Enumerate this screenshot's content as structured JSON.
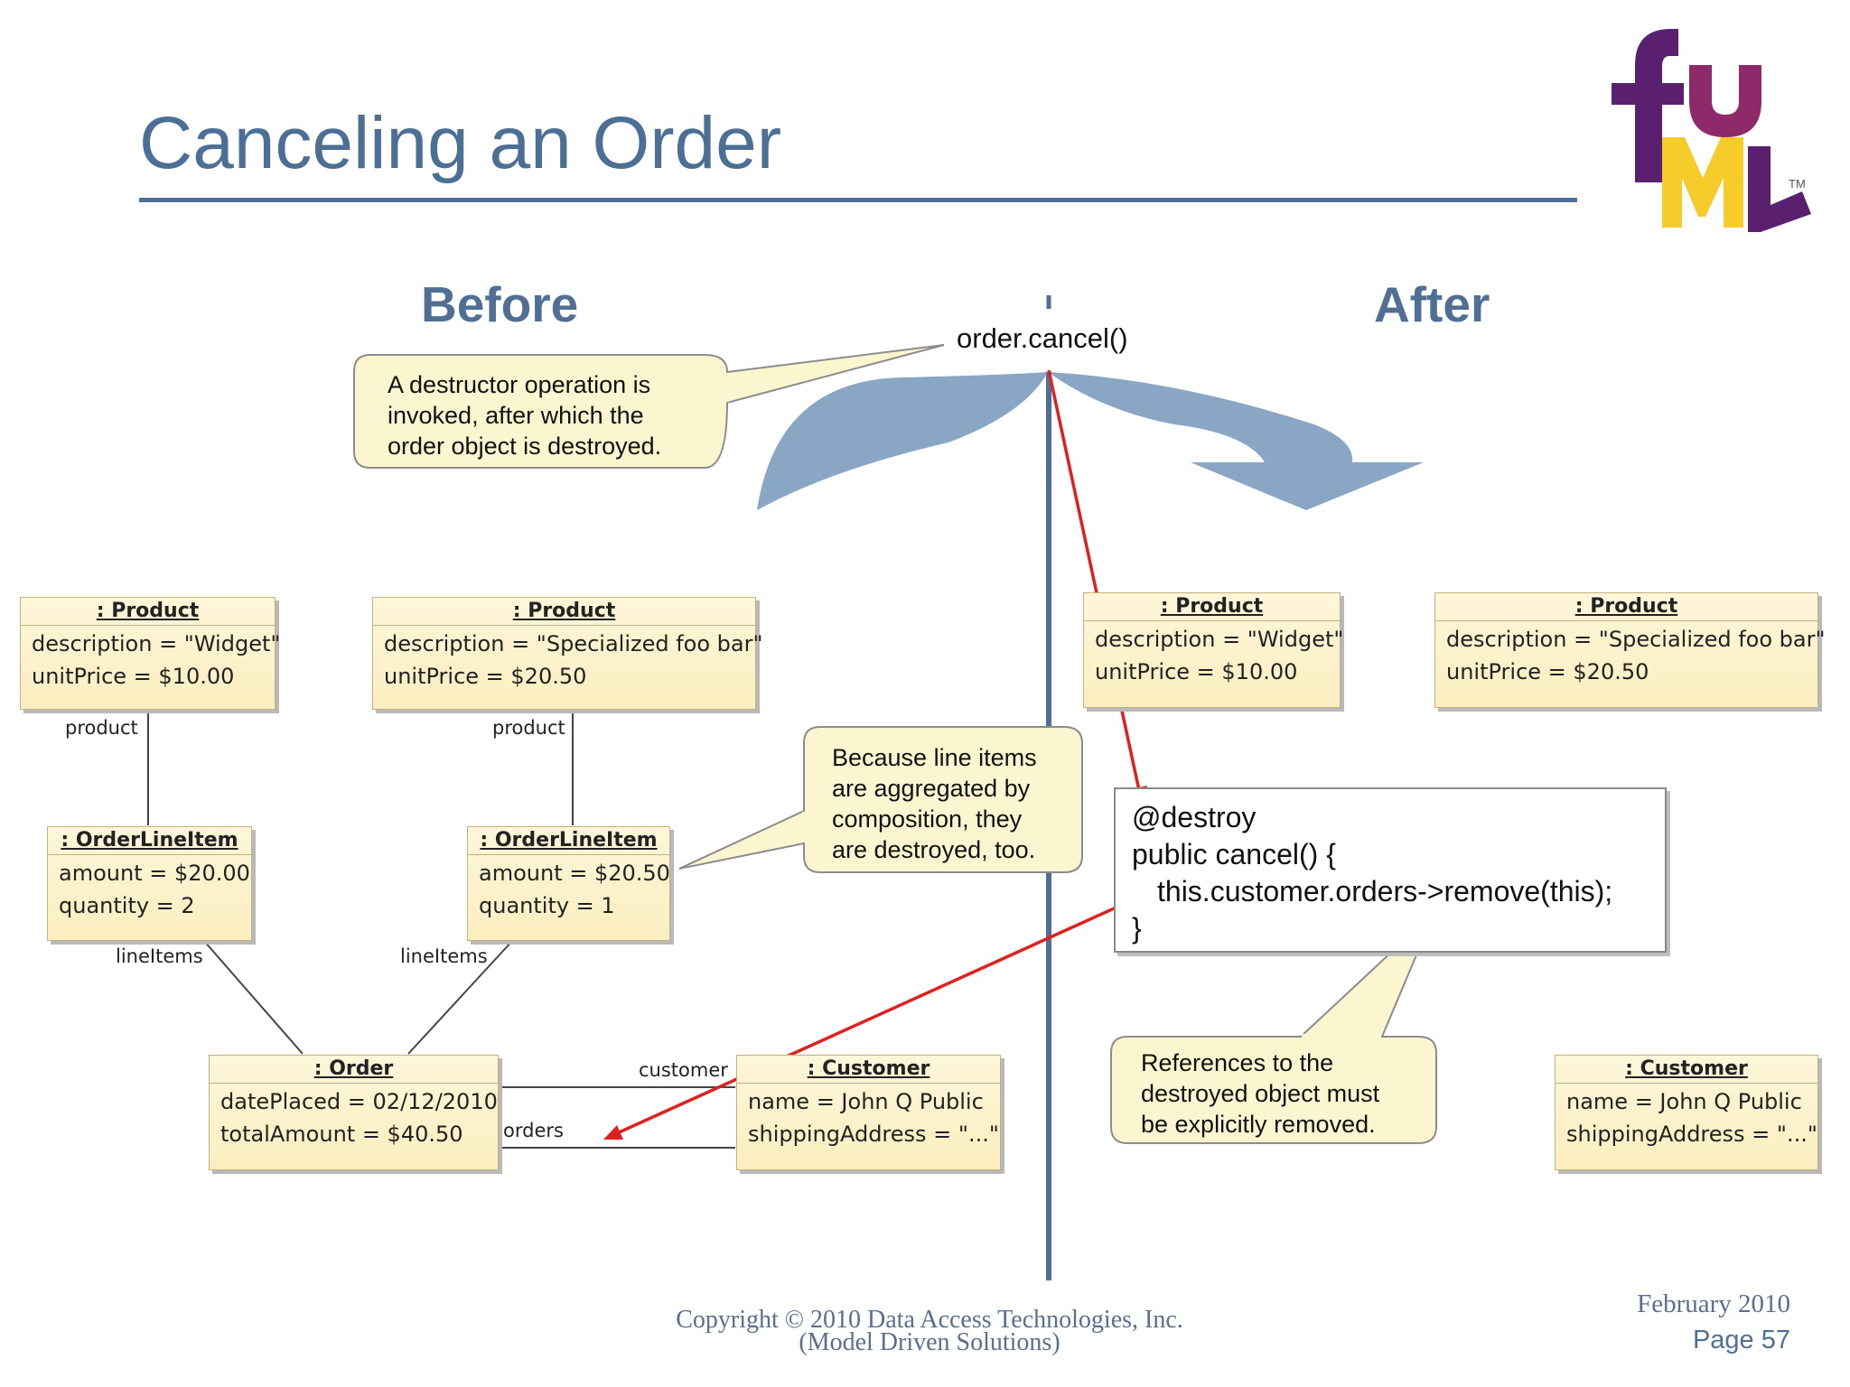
{
  "slide": {
    "title": "Canceling an Order",
    "before_label": "Before",
    "after_label": "After",
    "operation": "order.cancel()"
  },
  "logo": {
    "text": "fUML",
    "trademark": "TM"
  },
  "before": {
    "product1": {
      "header": ": Product",
      "attrs": [
        "description = \"Widget\"",
        "unitPrice = $10.00"
      ]
    },
    "product2": {
      "header": ": Product",
      "attrs": [
        "description = \"Specialized foo bar\"",
        "unitPrice = $20.50"
      ]
    },
    "lineitem1": {
      "header": ": OrderLineItem",
      "attrs": [
        "amount = $20.00",
        "quantity = 2"
      ]
    },
    "lineitem2": {
      "header": ": OrderLineItem",
      "attrs": [
        "amount = $20.50",
        "quantity = 1"
      ]
    },
    "order": {
      "header": ": Order",
      "attrs": [
        "datePlaced = 02/12/2010",
        "totalAmount = $40.50"
      ]
    },
    "customer": {
      "header": ": Customer",
      "attrs": [
        "name = John Q Public",
        "shippingAddress = \"...\""
      ]
    },
    "roles": {
      "product_left": "product",
      "product_right": "product",
      "lineitems_left": "lineItems",
      "lineitems_right": "lineItems",
      "customer": "customer",
      "orders": "orders"
    }
  },
  "after": {
    "product1": {
      "header": ": Product",
      "attrs": [
        "description = \"Widget\"",
        "unitPrice = $10.00"
      ]
    },
    "product2": {
      "header": ": Product",
      "attrs": [
        "description = \"Specialized foo bar\"",
        "unitPrice = $20.50"
      ]
    },
    "customer": {
      "header": ": Customer",
      "attrs": [
        "name = John Q Public",
        "shippingAddress = \"...\""
      ]
    }
  },
  "callouts": {
    "destructor": [
      "A destructor operation is",
      "invoked, after which the",
      "order object is destroyed."
    ],
    "lineitems": [
      "Because line items",
      "are aggregated by",
      "composition, they",
      "are destroyed, too."
    ],
    "references": [
      "References to the",
      "destroyed object must",
      "be explicitly removed."
    ]
  },
  "code": [
    "@destroy",
    "public cancel() {",
    "  this.customer.orders->remove(this);",
    "}"
  ],
  "footer": {
    "copyright": "Copyright © 2010 Data Access Technologies, Inc.",
    "company": "(Model Driven Solutions)",
    "date": "February 2010",
    "page": "Page 57"
  },
  "colors": {
    "title": "#4b6f95",
    "arrow": "#7f9fbf",
    "callout_fill": "#fbf6cf",
    "uml_fill": "#fbf0c8",
    "trace_line": "#e02020",
    "logo_purple": "#5a1f6e",
    "logo_yellow": "#f5cc2a"
  }
}
